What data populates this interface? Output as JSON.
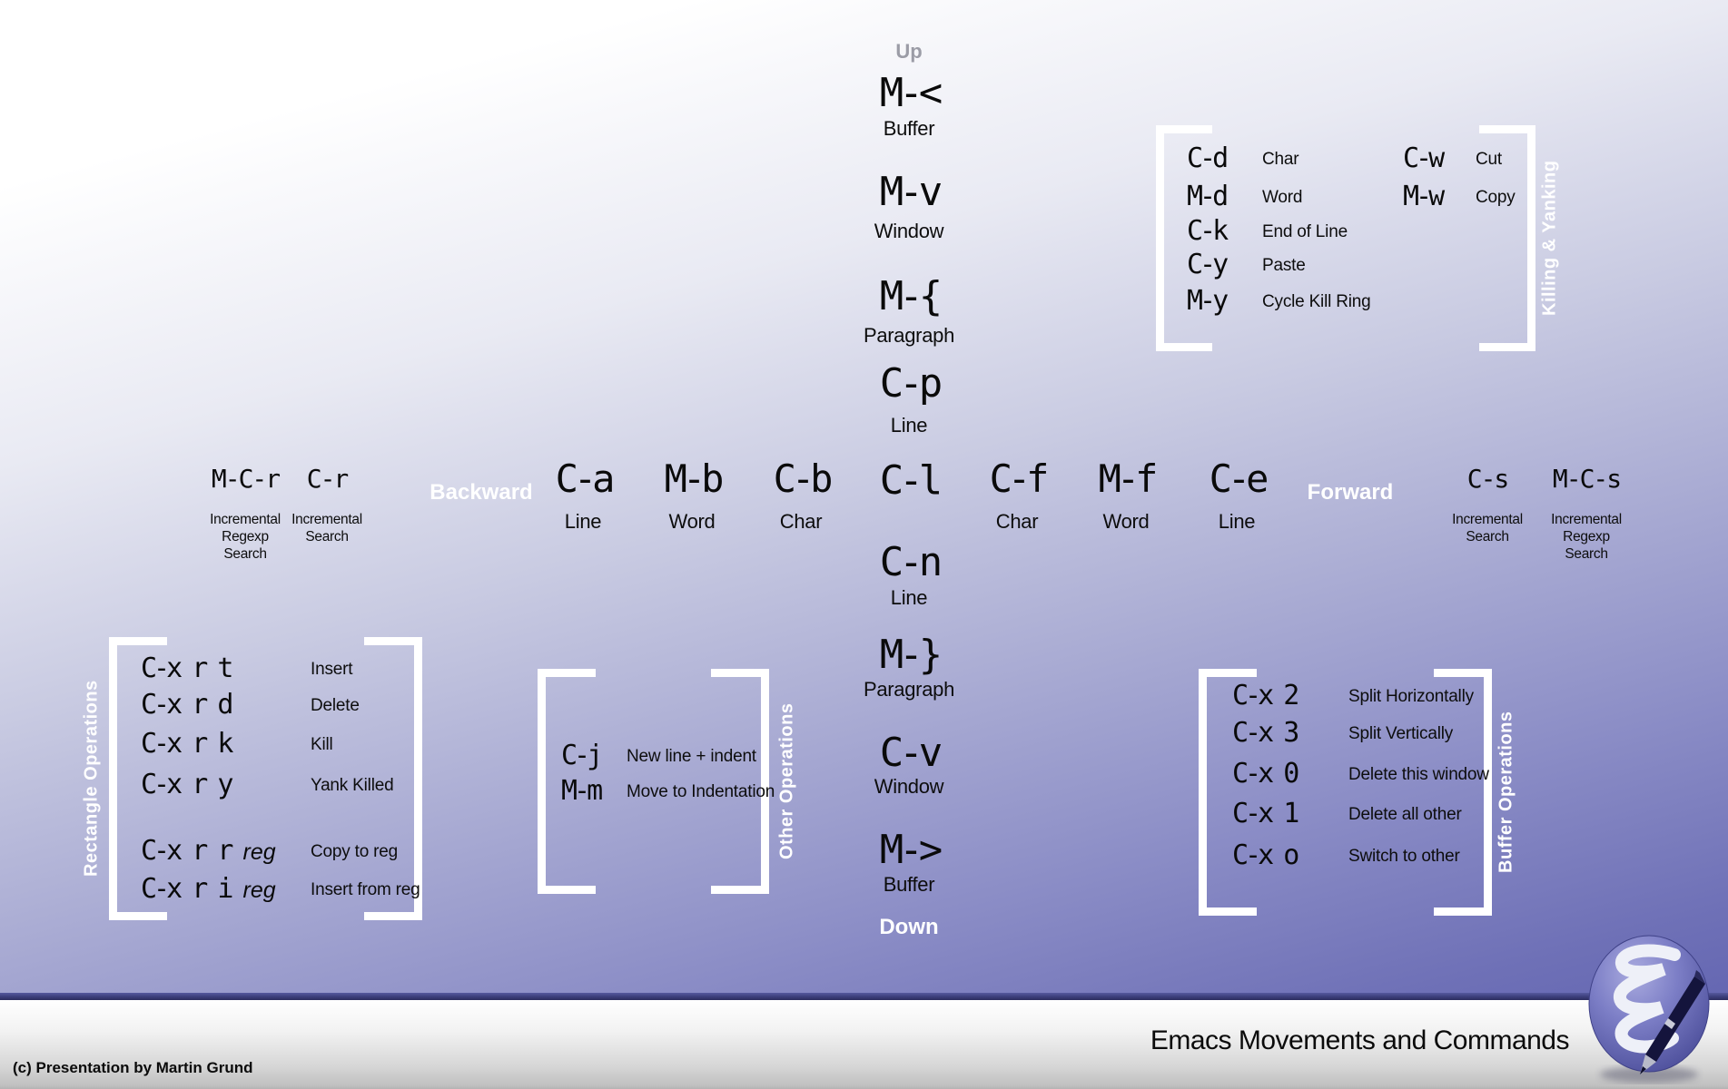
{
  "footer": {
    "title": "Emacs Movements and Commands",
    "credit": "(c) Presentation by Martin Grund"
  },
  "axes": {
    "up": "Up",
    "down": "Down",
    "backward": "Backward",
    "forward": "Forward"
  },
  "colors": {
    "background_bottom": "#5b5dad",
    "bracket": "#ffffff",
    "direction_text": "#ffffff",
    "up_text": "#9b9ca6",
    "logo_sphere": "#6466b4"
  },
  "center_column": [
    {
      "key": "M-<",
      "label": "Buffer"
    },
    {
      "key": "M-v",
      "label": "Window"
    },
    {
      "key": "M-{",
      "label": "Paragraph"
    },
    {
      "key": "C-p",
      "label": "Line"
    },
    {
      "key": "C-l",
      "label": ""
    },
    {
      "key": "C-n",
      "label": "Line"
    },
    {
      "key": "M-}",
      "label": "Paragraph"
    },
    {
      "key": "C-v",
      "label": "Window"
    },
    {
      "key": "M->",
      "label": "Buffer"
    }
  ],
  "row": {
    "left_search": [
      {
        "key": "M-C-r",
        "label": "Incremental\nRegexp\nSearch"
      },
      {
        "key": "C-r",
        "label": "Incremental\nSearch"
      }
    ],
    "left": [
      {
        "key": "C-a",
        "label": "Line"
      },
      {
        "key": "M-b",
        "label": "Word"
      },
      {
        "key": "C-b",
        "label": "Char"
      }
    ],
    "right": [
      {
        "key": "C-f",
        "label": "Char"
      },
      {
        "key": "M-f",
        "label": "Word"
      },
      {
        "key": "C-e",
        "label": "Line"
      }
    ],
    "right_search": [
      {
        "key": "C-s",
        "label": "Incremental\nSearch"
      },
      {
        "key": "M-C-s",
        "label": "Incremental\nRegexp\nSearch"
      }
    ]
  },
  "sections": {
    "killing": {
      "title": "Killing & Yanking",
      "col1": [
        {
          "key": "C-d",
          "label": "Char"
        },
        {
          "key": "M-d",
          "label": "Word"
        },
        {
          "key": "C-k",
          "label": "End of Line"
        },
        {
          "key": "C-y",
          "label": "Paste"
        },
        {
          "key": "M-y",
          "label": "Cycle Kill Ring"
        }
      ],
      "col2": [
        {
          "key": "C-w",
          "label": "Cut"
        },
        {
          "key": "M-w",
          "label": "Copy"
        }
      ]
    },
    "rectangle": {
      "title": "Rectangle Operations",
      "rows": [
        {
          "key": "C-x r t",
          "arg": "",
          "label": "Insert"
        },
        {
          "key": "C-x r d",
          "arg": "",
          "label": "Delete"
        },
        {
          "key": "C-x r k",
          "arg": "",
          "label": "Kill"
        },
        {
          "key": "C-x r y",
          "arg": "",
          "label": "Yank Killed"
        },
        {
          "key": "C-x r r ",
          "arg": "reg",
          "label": "Copy to reg"
        },
        {
          "key": "C-x r i ",
          "arg": "reg",
          "label": "Insert from reg"
        }
      ]
    },
    "other": {
      "title": "Other Operations",
      "rows": [
        {
          "key": "C-j",
          "label": "New line + indent"
        },
        {
          "key": "M-m",
          "label": "Move to Indentation"
        }
      ]
    },
    "buffer": {
      "title": "Buffer Operations",
      "rows": [
        {
          "key": "C-x 2",
          "label": "Split Horizontally"
        },
        {
          "key": "C-x 3",
          "label": "Split Vertically"
        },
        {
          "key": "C-x 0",
          "label": "Delete this window"
        },
        {
          "key": "C-x 1",
          "label": "Delete all other"
        },
        {
          "key": "C-x o",
          "label": "Switch to other"
        }
      ]
    }
  }
}
